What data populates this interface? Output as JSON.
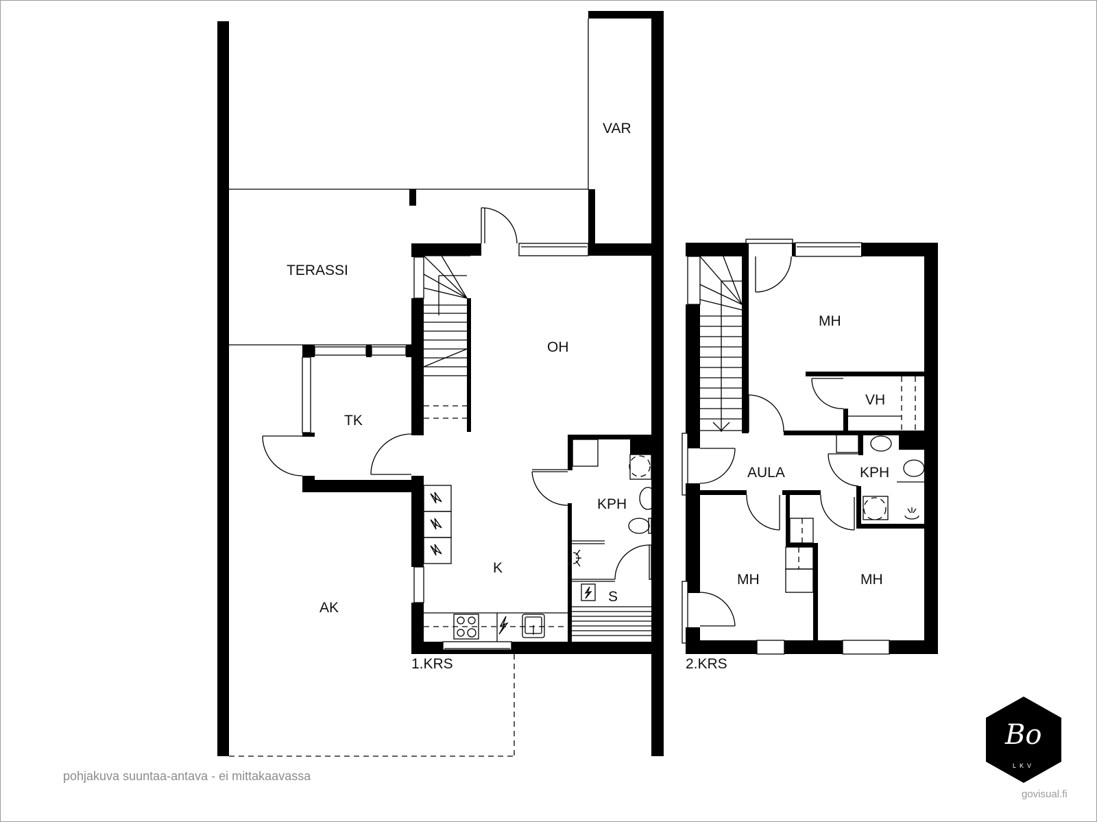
{
  "plan": {
    "floor1": {
      "label": "1.KRS",
      "rooms": {
        "var": "VAR",
        "terassi": "TERASSI",
        "oh": "OH",
        "tk": "TK",
        "ak": "AK",
        "k": "K",
        "kph": "KPH",
        "s": "S"
      }
    },
    "floor2": {
      "label": "2.KRS",
      "rooms": {
        "mh_top": "MH",
        "vh": "VH",
        "aula": "AULA",
        "kph": "KPH",
        "mh_left": "MH",
        "mh_right": "MH"
      }
    }
  },
  "footer": {
    "disclaimer": "pohjakuva suuntaa-antava - ei mittakaavassa",
    "credit": "govisual.fi"
  },
  "logo": {
    "monogram": "Bo",
    "subtitle": "LKV",
    "background": "#000000"
  },
  "colors": {
    "wall": "#000000",
    "background": "#ffffff",
    "muted_text": "#8c8c8c"
  }
}
